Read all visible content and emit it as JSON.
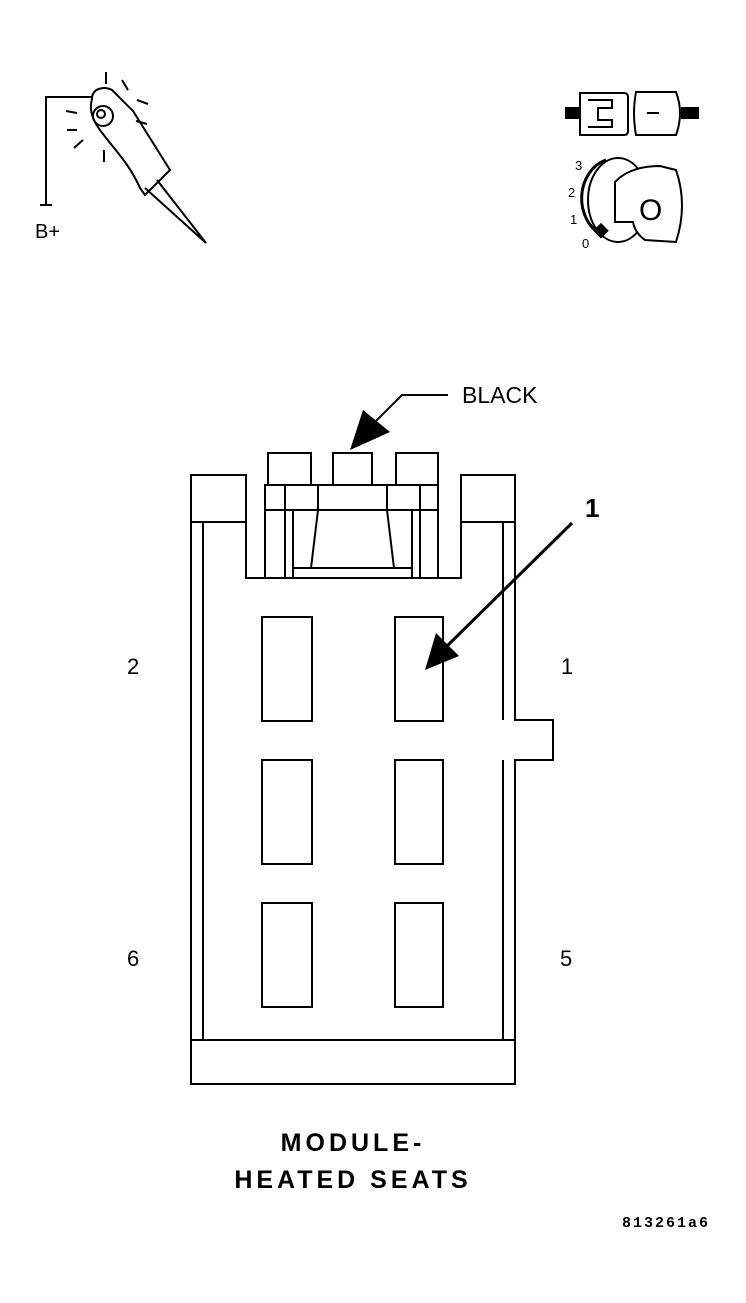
{
  "tester": {
    "supply_label": "B+"
  },
  "ignition": {
    "positions": [
      "3",
      "2",
      "1",
      "0"
    ],
    "key_letter": "O"
  },
  "connector": {
    "color_label": "BLACK",
    "callout_number": "1",
    "pin_labels": {
      "top_left": "2",
      "top_right": "1",
      "bottom_left": "6",
      "bottom_right": "5"
    }
  },
  "caption": {
    "line1": "MODULE-",
    "line2": "HEATED SEATS"
  },
  "figure_id": "813261a6"
}
